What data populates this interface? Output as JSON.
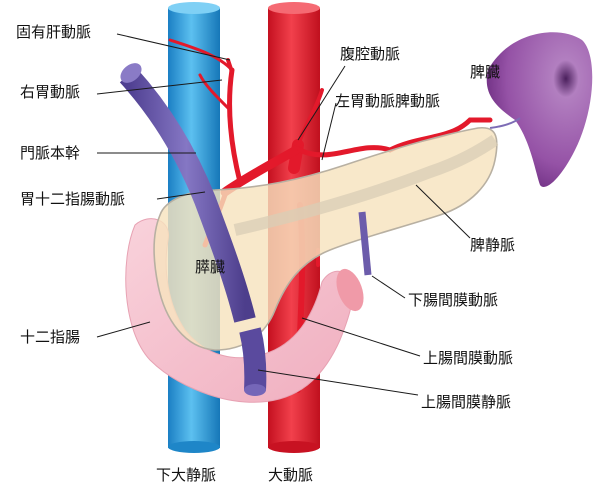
{
  "labels": {
    "common_hepatic_artery": "固有肝動脈",
    "right_gastric_artery": "右胃動脈",
    "portal_vein": "門脈本幹",
    "gastroduodenal_artery": "胃十二指腸動脈",
    "duodenum": "十二指腸",
    "pancreas": "膵臓",
    "celiac_artery": "腹腔動脈",
    "left_gastric_splenic_artery": "左胃動脈脾動脈",
    "spleen": "脾臓",
    "splenic_vein": "脾静脈",
    "inferior_mesenteric_artery": "下腸間膜動脈",
    "superior_mesenteric_artery": "上腸間膜動脈",
    "superior_mesenteric_vein": "上腸間膜静脈",
    "inferior_vena_cava": "下大静脈",
    "aorta": "大動脈"
  },
  "colors": {
    "artery": "#e3192b",
    "vein_ivc": "#2a9ad9",
    "portal_vein": "#6c5cab",
    "pancreas": "#f6e3be",
    "duodenum": "#f6c3cf",
    "spleen": "#9b5fa8"
  }
}
